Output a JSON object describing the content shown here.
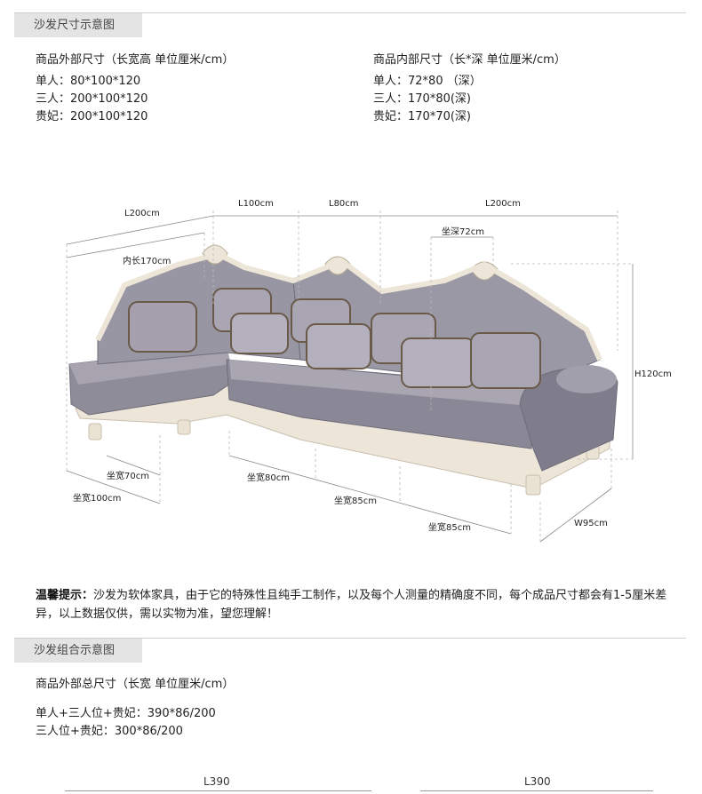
{
  "section1": {
    "title": "沙发尺寸示意图",
    "outer": {
      "heading": "商品外部尺寸（长宽高 单位厘米/cm）",
      "rows": [
        "单人：80*100*120",
        "三人：200*100*120",
        "贵妃：200*100*120"
      ]
    },
    "inner": {
      "heading": "商品内部尺寸（长*深 单位厘米/cm）",
      "rows": [
        "单人：72*80 （深）",
        "三人：170*80(深)",
        "贵妃：170*70(深)"
      ]
    }
  },
  "diagram": {
    "labels": {
      "l200_left": "L200cm",
      "l100": "L100cm",
      "l80": "L80cm",
      "l200_right": "L200cm",
      "inner_len": "内长170cm",
      "seat_depth": "坐深72cm",
      "height": "H120cm",
      "seat_w70": "坐宽70cm",
      "seat_w100": "坐宽100cm",
      "seat_w80": "坐宽80cm",
      "seat_w85a": "坐宽85cm",
      "seat_w85b": "坐宽85cm",
      "width95": "W95cm"
    }
  },
  "warning": {
    "bold": "温馨提示：",
    "text": "沙发为软体家具，由于它的特殊性且纯手工制作，以及每个人测量的精确度不同，每个成品尺寸都会有1-5厘米差异，以上数据仅供，需以实物为准，望您理解！"
  },
  "section2": {
    "title": "沙发组合示意图",
    "heading": "商品外部总尺寸（长宽 单位厘米/cm）",
    "rows": [
      "单人+三人位+贵妃：390*86/200",
      "三人位+贵妃：300*86/200"
    ],
    "bottom_labels": [
      "L390",
      "L300"
    ]
  },
  "colors": {
    "fabric": "#8e8c99",
    "frame": "#ede6d8",
    "pillow": "#a59fae",
    "divider": "#cfcfcf",
    "title_bg": "#e4e4e4"
  }
}
